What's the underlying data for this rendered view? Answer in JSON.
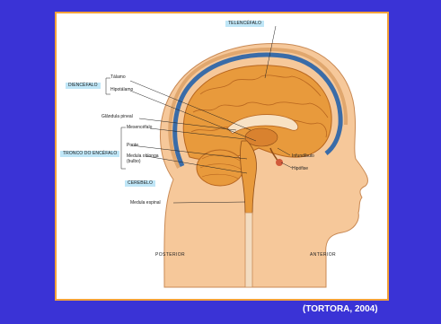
{
  "figure": {
    "header_label": "TELENCÉFALO",
    "sections": [
      {
        "name": "DIENCÉFALO",
        "items": [
          "Tálamo",
          "Hipotálamo"
        ]
      },
      {
        "name": "TRONCO DO ENCÉFALO",
        "items": [
          "Mesencéfalo",
          "Ponte",
          "Medula oblonga (bulbo)"
        ]
      }
    ],
    "labels": {
      "pineal": "Glândula pineal",
      "cerebelo": "CEREBELO",
      "medula_espinal": "Medula espinal",
      "infundibulo": "Infundíbulo",
      "hipofise": "Hipófise"
    },
    "orientation": {
      "posterior": "POSTERIOR",
      "anterior": "ANTERIOR"
    }
  },
  "citation": "(TORTORA, 2004)",
  "colors": {
    "background": "#3a33d6",
    "frame_border": "#f3a23a",
    "label_box": "#bfe6f7",
    "skin": "#f6c89a",
    "brain": "#e89a3c",
    "brain_dark": "#b8661f",
    "meninges": "#3a6ca8"
  }
}
